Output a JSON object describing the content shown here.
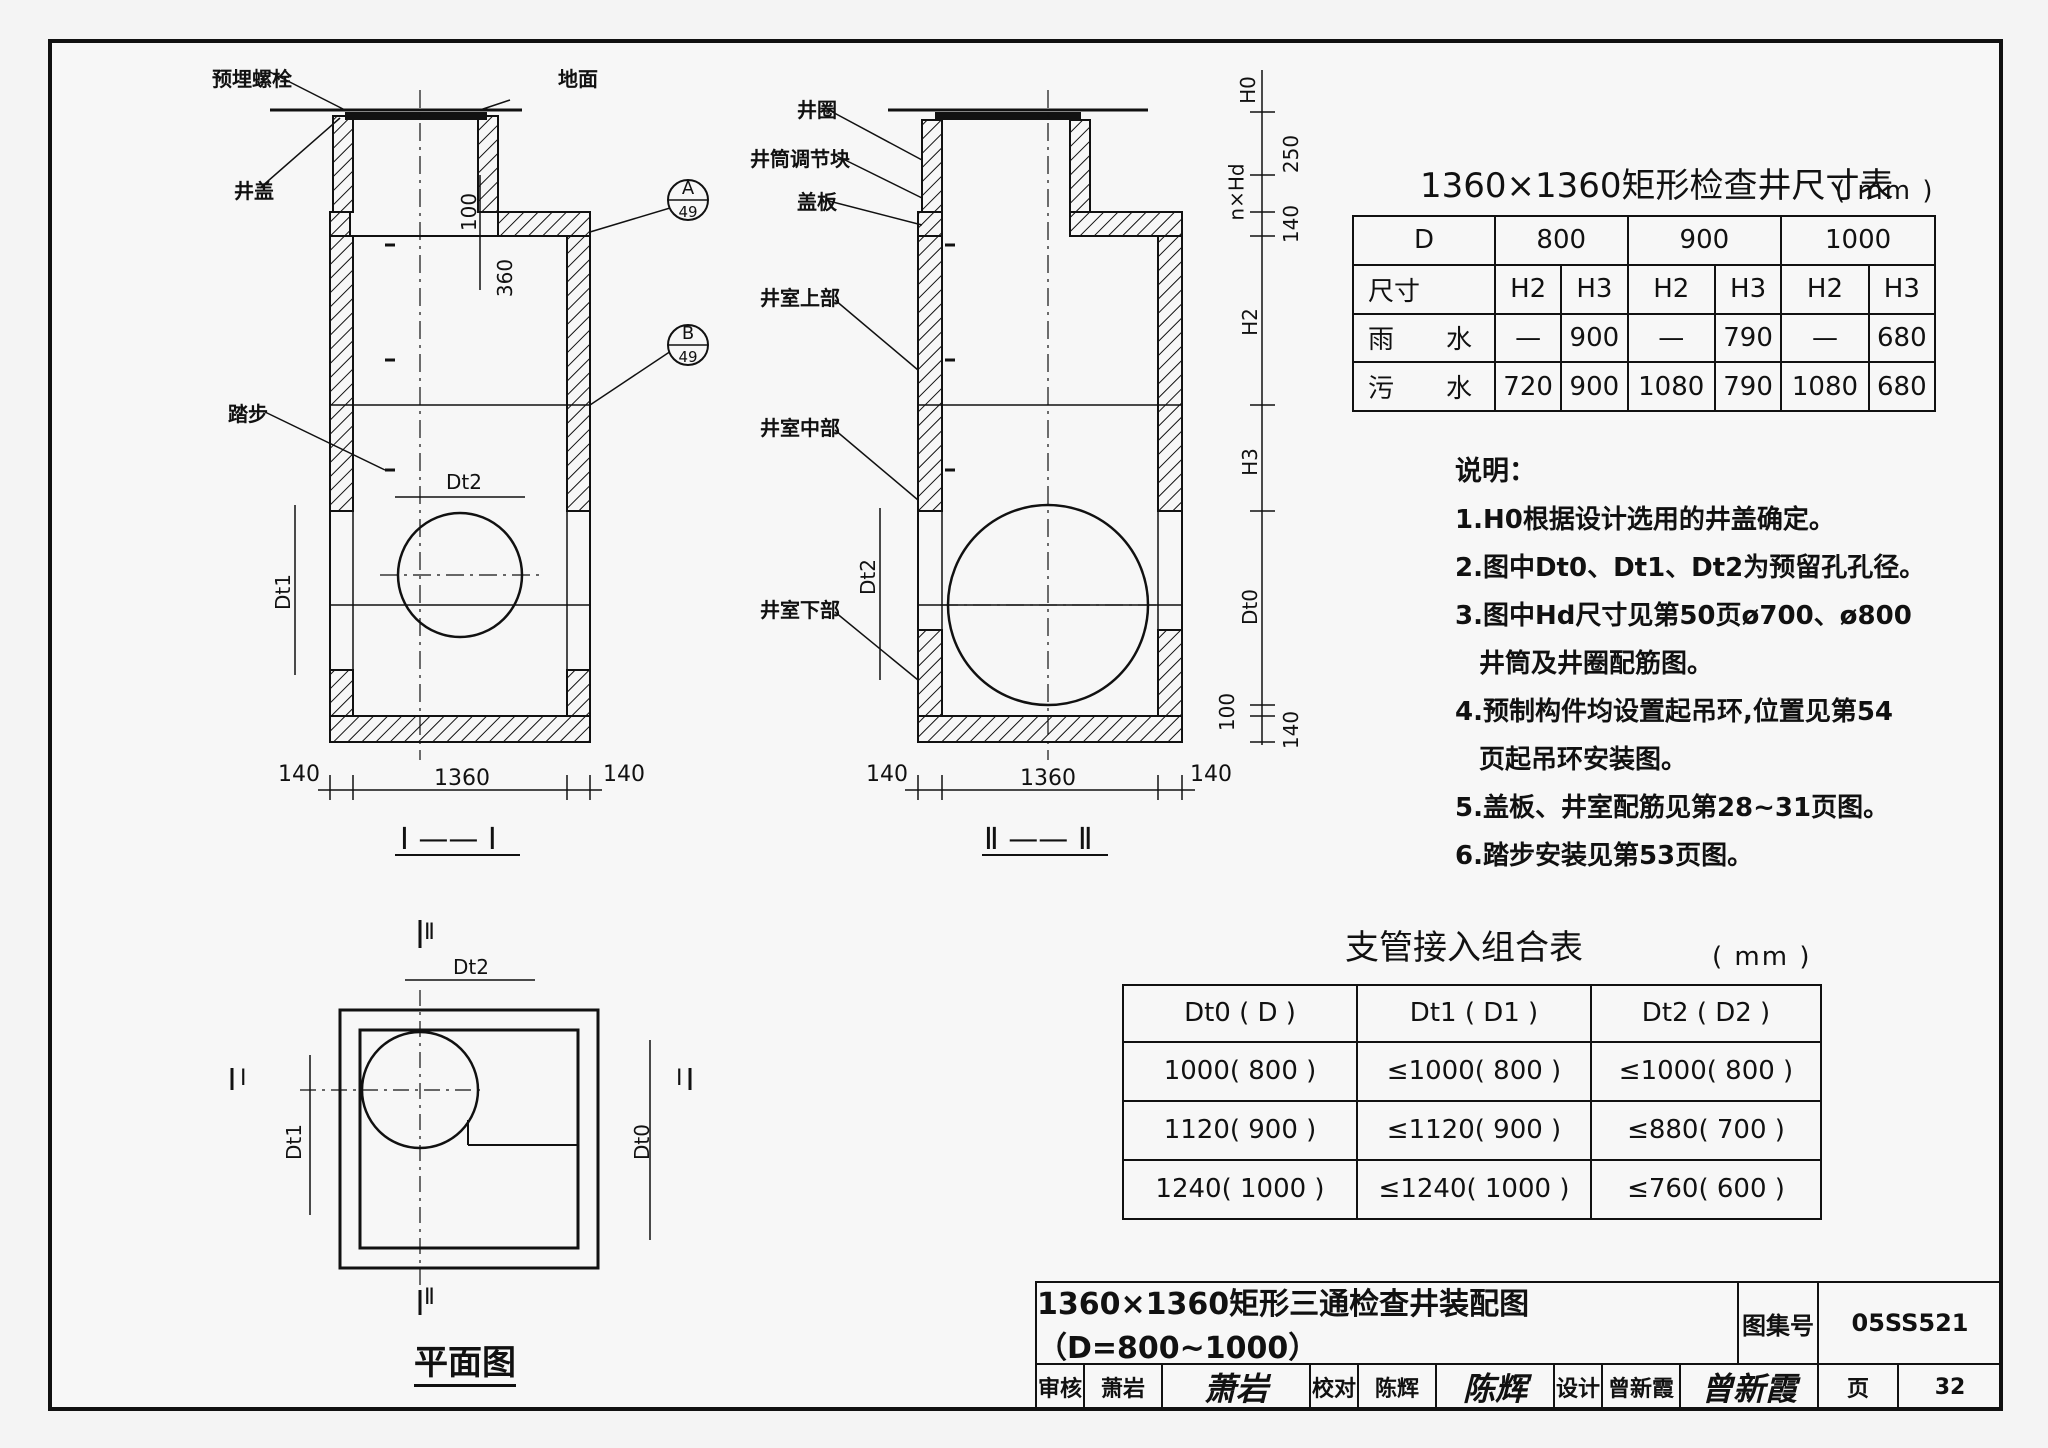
{
  "section1": {
    "labels": {
      "bolt": "预埋螺栓",
      "ground": "地面",
      "cover": "井盖",
      "step": "踏步"
    },
    "callouts": [
      {
        "top": "A",
        "bottom": "49"
      },
      {
        "top": "B",
        "bottom": "49"
      }
    ],
    "dims": {
      "d100": "100",
      "d360": "360",
      "dt2": "Dt2",
      "dt1": "Dt1",
      "left140": "140",
      "width": "1360",
      "right140": "140"
    },
    "caption": "I —— I"
  },
  "section2": {
    "labels": {
      "ring": "井圈",
      "adjust": "井筒调节块",
      "plate": "盖板",
      "upper": "井室上部",
      "middle": "井室中部",
      "lower": "井室下部"
    },
    "dims": {
      "dt2": "Dt2",
      "left140": "140",
      "width": "1360",
      "right140": "140"
    },
    "vertical_dims": [
      "H0",
      "n×Hd",
      "250",
      "140",
      "H2",
      "H3",
      "Dt0",
      "100",
      "140"
    ],
    "caption": "Ⅱ —— Ⅱ"
  },
  "plan": {
    "title": "平面图",
    "marks": {
      "top": "Ⅱ",
      "bottom": "Ⅱ",
      "left": "I",
      "right": "I"
    },
    "dims": {
      "dt2": "Dt2",
      "dt1": "Dt1",
      "dt0": "Dt0"
    }
  },
  "size_table": {
    "title": "1360×1360矩形检查井尺寸表",
    "unit": "( mm )",
    "header_d": "D",
    "diameters": [
      "800",
      "900",
      "1000"
    ],
    "header_size": "尺寸",
    "sub": [
      "H2",
      "H3",
      "H2",
      "H3",
      "H2",
      "H3"
    ],
    "rows": [
      {
        "label": "雨　　水",
        "cells": [
          "—",
          "900",
          "—",
          "790",
          "—",
          "680"
        ]
      },
      {
        "label": "污　　水",
        "cells": [
          "720",
          "900",
          "1080",
          "790",
          "1080",
          "680"
        ]
      }
    ]
  },
  "notes": {
    "heading": "说明：",
    "items": [
      "1.H0根据设计选用的井盖确定。",
      "2.图中Dt0、Dt1、Dt2为预留孔孔径。",
      "3.图中Hd尺寸见第50页ø700、ø800",
      "井筒及井圈配筋图。",
      "4.预制构件均设置起吊环,位置见第54",
      "页起吊环安装图。",
      "5.盖板、井室配筋见第28~31页图。",
      "6.踏步安装见第53页图。"
    ]
  },
  "branch_table": {
    "title": "支管接入组合表",
    "unit": "( mm )",
    "headers": [
      "Dt0 ( D )",
      "Dt1 ( D1 )",
      "Dt2 ( D2 )"
    ],
    "rows": [
      [
        "1000( 800 )",
        "≤1000( 800 )",
        "≤1000( 800 )"
      ],
      [
        "1120( 900 )",
        "≤1120( 900 )",
        "≤880( 700 )"
      ],
      [
        "1240( 1000 )",
        "≤1240( 1000 )",
        "≤760( 600 )"
      ]
    ]
  },
  "title_block": {
    "title": "1360×1360矩形三通检查井装配图（D=800~1000）",
    "atlas_label": "图集号",
    "atlas_no": "05SS521",
    "review_label": "审核",
    "reviewer": "萧岩",
    "reviewer_sig": "萧岩",
    "check_label": "校对",
    "checker": "陈辉",
    "checker_sig": "陈辉",
    "design_label": "设计",
    "designer": "曾新霞",
    "designer_sig": "曾新霞",
    "page_label": "页",
    "page_no": "32"
  }
}
